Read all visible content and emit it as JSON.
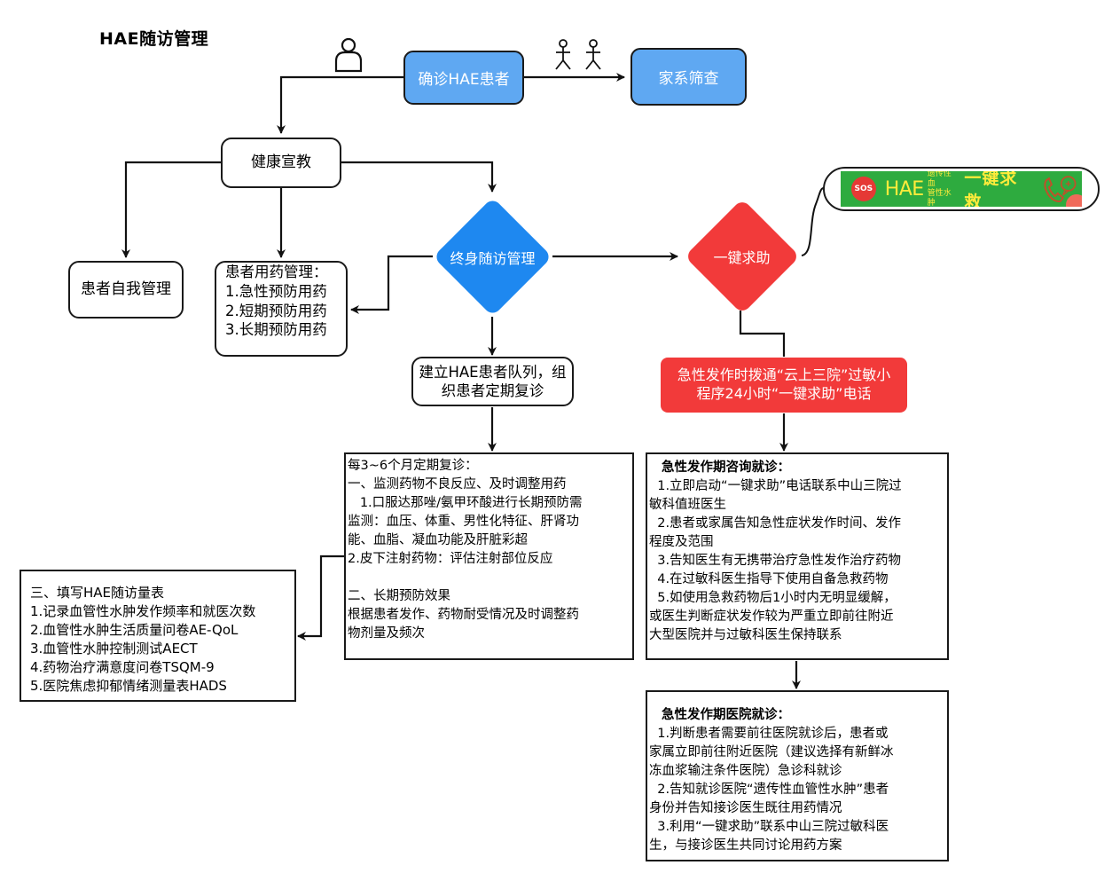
{
  "title": "HAE随访管理",
  "colors": {
    "blue_box": "#5fa8f2",
    "blue_diamond": "#1e88f0",
    "red": "#f23a3a",
    "green_banner": "#2eab3f",
    "banner_text": "#ffeb3b"
  },
  "icons": {
    "patient": "person-icon",
    "family": "stick-figures-icon",
    "sos": "sos-icon",
    "phone": "phone-icon"
  },
  "nodes": {
    "confirm_patient": "确诊HAE患者",
    "family_screening": "家系筛查",
    "health_education": "健康宣教",
    "self_management": "患者自我管理",
    "medication_management": {
      "heading": "患者用药管理：",
      "items": [
        "1.急性预防用药",
        "2.短期预防用药",
        "3.长期预防用药"
      ]
    },
    "lifelong_followup": "终身随访管理",
    "one_key_help": "一键求助",
    "cohort": [
      "建立HAE患者队列，组",
      "织患者定期复诊"
    ],
    "emergency_call": [
      "急性发作时拨通“云上三院”过敏小",
      "程序24小时“一键求助”电话"
    ],
    "sos_banner": {
      "badge": "SOS",
      "hae": "HAE",
      "small_top": "遗传性血",
      "small_bottom": "管性水肿",
      "main": "一键求救"
    },
    "regular_review": {
      "lines": [
        "每3~6个月定期复诊：",
        "一、监测药物不良反应、及时调整用药",
        "   1.口服达那唑/氨甲环酸进行长期预防需",
        "监测：血压、体重、男性化特征、肝肾功",
        "能、血脂、凝血功能及肝脏彩超",
        "2.皮下注射药物：评估注射部位反应",
        "",
        "二、长期预防效果",
        "根据患者发作、药物耐受情况及时调整药",
        "物剂量及频次"
      ]
    },
    "followup_scales": {
      "heading": "三、填写HAE随访量表",
      "items": [
        "1.记录血管性水肿发作频率和就医次数",
        "2.血管性水肿生活质量问卷AE-QoL",
        "3.血管性水肿控制测试AECT",
        "4.药物治疗满意度问卷TSQM-9",
        "5.医院焦虑抑郁情绪测量表HADS"
      ]
    },
    "acute_consult": {
      "heading": "急性发作期咨询就诊：",
      "lines": [
        "  1.立即启动“一键求助”电话联系中山三院过",
        "敏科值班医生",
        "  2.患者或家属告知急性症状发作时间、发作",
        "程度及范围",
        "  3.告知医生有无携带治疗急性发作治疗药物",
        "  4.在过敏科医生指导下使用自备急救药物",
        "  5.如使用急救药物后1小时内无明显缓解，",
        "或医生判断症状发作较为严重立即前往附近",
        "大型医院并与过敏科医生保持联系"
      ]
    },
    "acute_hospital": {
      "heading": "急性发作期医院就诊：",
      "lines": [
        "  1.判断患者需要前往医院就诊后，患者或",
        "家属立即前往附近医院（建议选择有新鲜冰",
        "冻血浆输注条件医院）急诊科就诊",
        "  2.告知就诊医院“遗传性血管性水肿”患者",
        "身份并告知接诊医生既往用药情况",
        "  3.利用“一键求助”联系中山三院过敏科医",
        "生，与接诊医生共同讨论用药方案"
      ]
    }
  }
}
